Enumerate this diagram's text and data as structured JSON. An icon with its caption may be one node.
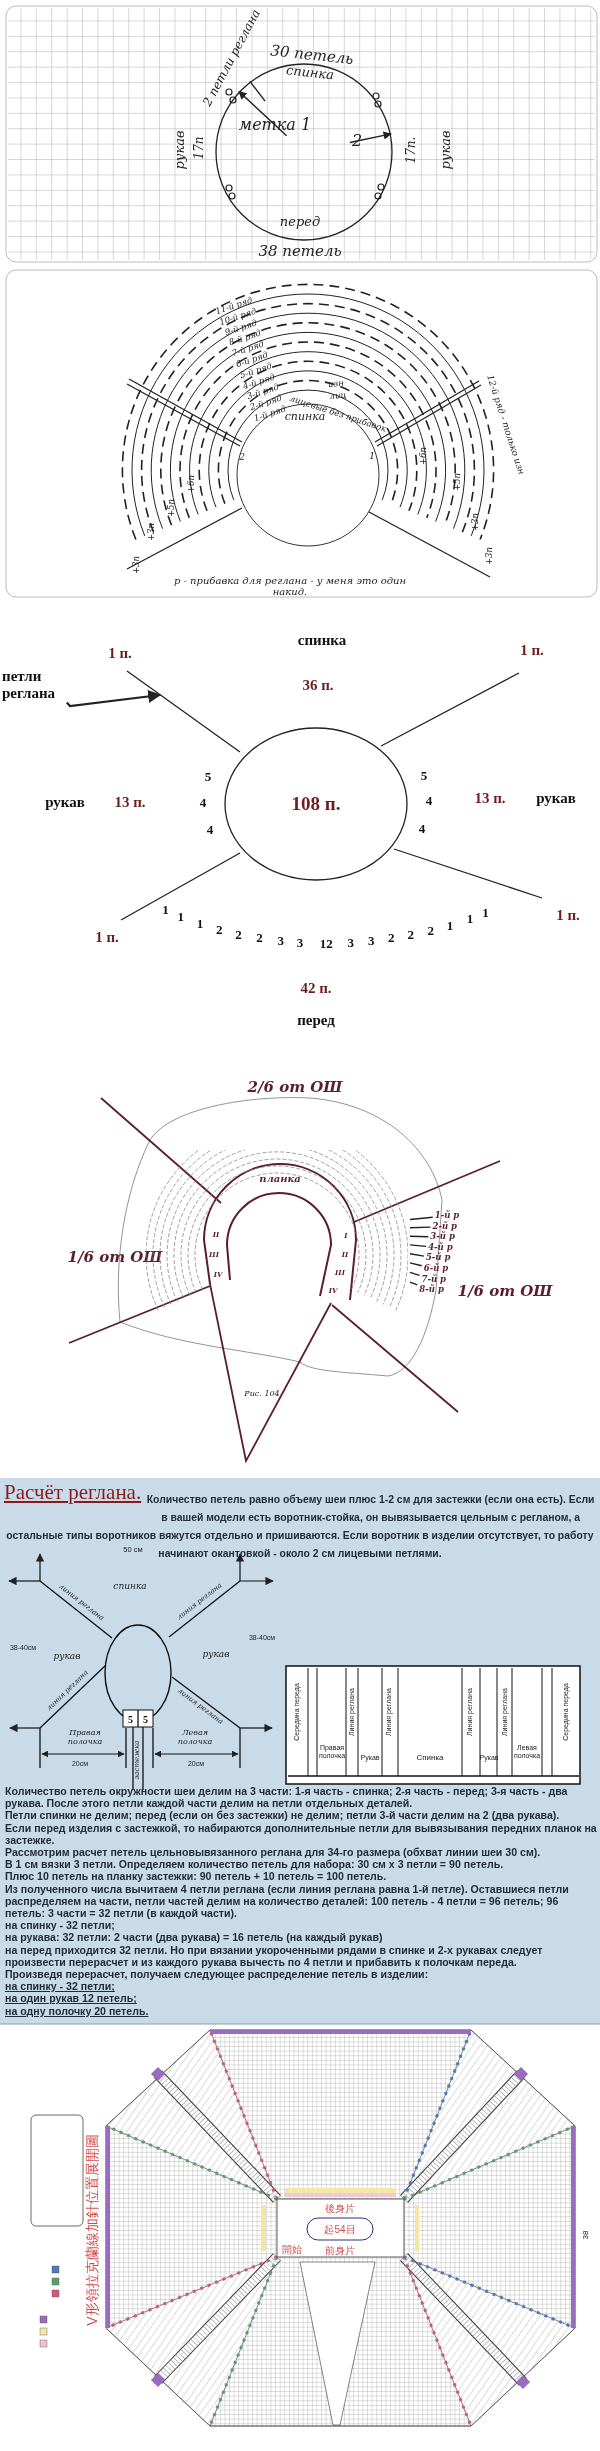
{
  "diagram": {
    "title": "Расчёт реглана.",
    "nodes": [
      {
        "text": [],
        "shape": "circle"
      },
      {
        "text": [
          "метка 1"
        ],
        "in": 0
      },
      {
        "text": [
          "2"
        ],
        "in": 0
      },
      {
        "text": [
          "2 петли реглана"
        ]
      },
      {
        "text": [
          "петли реглана"
        ]
      },
      {
        "text": [
          "108 п."
        ]
      },
      {
        "text": [
          "1-й р"
        ]
      },
      {
        "text": [
          "2-й р"
        ]
      },
      {
        "text": [
          "3-й р"
        ]
      },
      {
        "text": [
          "4-й р"
        ]
      },
      {
        "text": [
          "5-й р"
        ]
      },
      {
        "text": [
          "6-й р"
        ]
      },
      {
        "text": [
          "7-й р"
        ]
      },
      {
        "text": [
          "8-й р"
        ]
      },
      {
        "text": [],
        "shape": "picture"
      }
    ],
    "edges": [
      {
        "from": 1,
        "to": 0,
        "arrow": "to"
      },
      {
        "from": 2,
        "to": 0,
        "arrow": "to"
      },
      {
        "from": 3,
        "to": 0,
        "arrow": "none"
      },
      {
        "from": 4,
        "to": null,
        "arrow": "to"
      },
      {
        "from": 6,
        "to": 14,
        "arrow": "none"
      },
      {
        "from": 7,
        "to": 14,
        "arrow": "none"
      },
      {
        "from": 8,
        "to": 14,
        "arrow": "none"
      },
      {
        "from": 9,
        "to": 14,
        "arrow": "none"
      },
      {
        "from": 10,
        "to": 14,
        "arrow": "none"
      },
      {
        "from": 11,
        "to": 14,
        "arrow": "none"
      },
      {
        "from": 12,
        "to": 14,
        "arrow": "none"
      },
      {
        "from": 13,
        "to": 14,
        "arrow": "none"
      }
    ],
    "labels": [
      "30 петель",
      "спинка",
      "рукав",
      "17п",
      "17п.",
      "рукав",
      "перед",
      "38 петель",
      "11-й ряд",
      "10-й ряд",
      "9-й ряд",
      "8-й ряд",
      "7-й ряд",
      "6-й ряд",
      "5-й ряд",
      "4-й ряд",
      "3-й ряд",
      "2-й ряд",
      "1-й ряд",
      "изн",
      "лиц",
      "лицевые без прибавок",
      "спинка",
      "2",
      "1",
      "+6п",
      "+5п",
      "+3п",
      "+3п",
      "+6п",
      "+5п",
      "+3п",
      "+3п",
      "12-й ряд - только изн",
      "р - прибавка для реглана - у меня это один накид.",
      "спинка",
      "1 п.",
      "1 п.",
      "36 п.",
      "рукав",
      "13 п.",
      "5",
      "4",
      "4",
      "5",
      "4",
      "4",
      "13 п.",
      "рукав",
      "1",
      "1",
      "1",
      "2",
      "2",
      "2",
      "3",
      "3",
      "12",
      "3",
      "3",
      "2",
      "2",
      "2",
      "1",
      "1",
      "1",
      "1 п.",
      "1 п.",
      "42 п.",
      "перед",
      "2/6 от ОШ",
      "1/6 от ОШ",
      "планка",
      "II",
      "III",
      "IV",
      "I",
      "II",
      "III",
      "IV",
      "1/6 от ОШ",
      "Рис. 104",
      "Количество петель равно объему шеи плюс 1-2 см для застежки (если она есть). Если в вашей модели есть воротник-стойка, он вывязывается цельным с регланом, а остальные типы воротников вяжутся отдельно и пришиваются. Если воротник в изделии отсутствует, то работу начинают окантовкой - около 2 см лицевыми петлями.",
      "50 см",
      "спинка",
      "линия реглана",
      "линия реглана",
      "38-40см",
      "рукав",
      "рукав",
      "38-40см",
      "линия реглана",
      "линия реглана",
      "5",
      "5",
      "Правая полочка",
      "застежка",
      "Левая полочка",
      "20см",
      "20см",
      "Середина переда",
      "Линия реглана",
      "Линия реглана",
      "Линия реглана",
      "Линия реглана",
      "Середина переда",
      "Правая полочка",
      "Рукав",
      "Спинка",
      "Рукав",
      "Левая полочка",
      "Количество петель окружности шеи делим на 3 части: 1-я часть - спинка; 2-я часть - перед; 3-я часть - два рукава. После этого петли каждой части делим на петли отдельных деталей.",
      "Петли спинки не делим; перед (если он без застежки) не делим; петли 3-й части делим на 2 (два рукава).",
      "Если перед изделия с застежкой, то набираются дополнительные петли для вывязывания передних планок на застежке.",
      "Рассмотрим расчет петель цельновывязанного реглана для 34-го размера (обхват линии шеи 30 см).",
      "В 1 см вязки 3 петли. Определяем количество петель для набора: 30 см х 3 петли = 90 петель.",
      "Плюс 10 петель на планку застежки: 90 петель + 10 петель = 100 петель.",
      "Из полученного числа вычитаем 4 петли реглана (если линия реглана равна 1-й петле). Оставшиеся петли распределяем на части, петли частей делим на количество деталей: 100 петель - 4 петли = 96 петель; 96 петель: 3 части = 32 петли (в каждой части).",
      "на спинку - 32 петли;",
      "на рукава: 32 петли: 2 части (два рукава) = 16 петель (на каждый рукав)",
      "на перед приходится 32 петли. Но при вязании укороченными рядами в спинке и 2-х рукавах следует произвести перерасчет и из каждого рукава вычесть по 4 петли и прибавить к полочкам переда.",
      "Произведя перерасчет, получаем следующее распределение петель в изделии:",
      "на спинку - 32 петли;",
      "на один рукав 12 петель;",
      "на одну полочку 20 петель.",
      "V形領拉克蘭線加針位置展開圖",
      "後身片",
      "起54目",
      "開始",
      "前身片",
      "38"
    ]
  }
}
